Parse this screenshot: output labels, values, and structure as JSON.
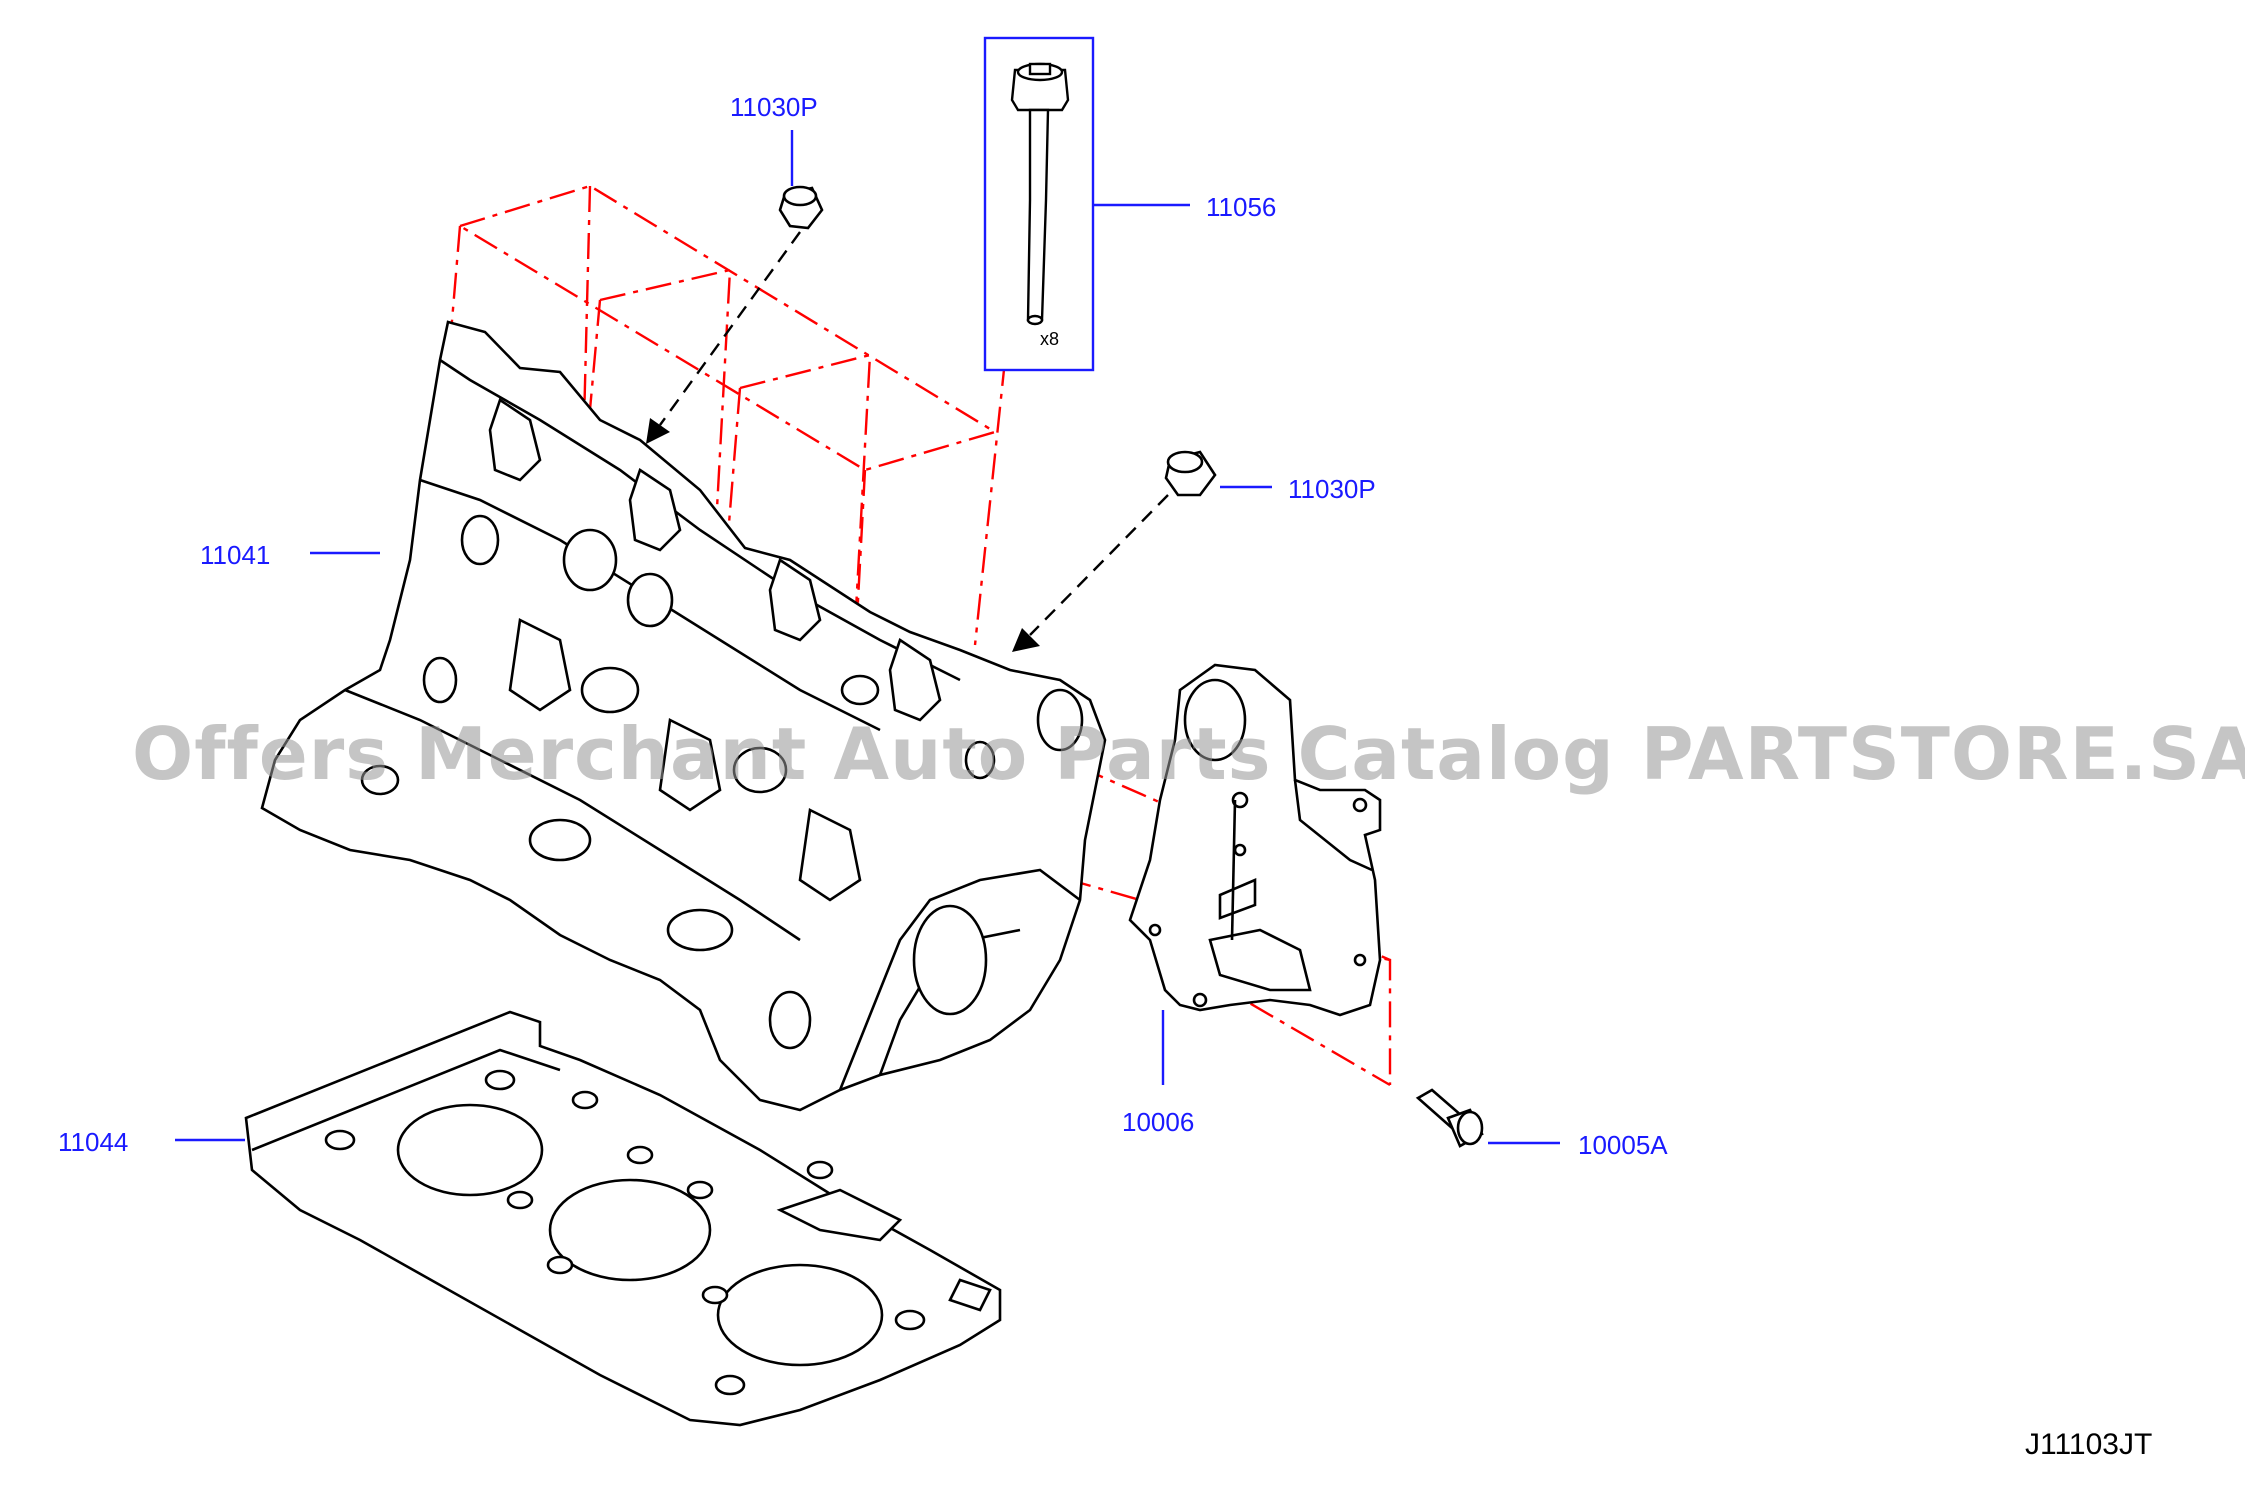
{
  "diagram": {
    "parts": [
      {
        "number": "11030P"
      },
      {
        "number": "11056"
      },
      {
        "number": "11030P"
      },
      {
        "number": "11041"
      },
      {
        "number": "11044"
      },
      {
        "number": "10006"
      },
      {
        "number": "10005A"
      }
    ],
    "bolt_quantity": "x8",
    "drawing_code": "J11103JT",
    "watermark": "Offers Merchant Auto Parts Catalog PARTSTORE.SA",
    "colors": {
      "label": "#1a1aff",
      "leader": "#1a1aff",
      "phantom_line": "#ff0000",
      "outline": "#000000"
    }
  }
}
